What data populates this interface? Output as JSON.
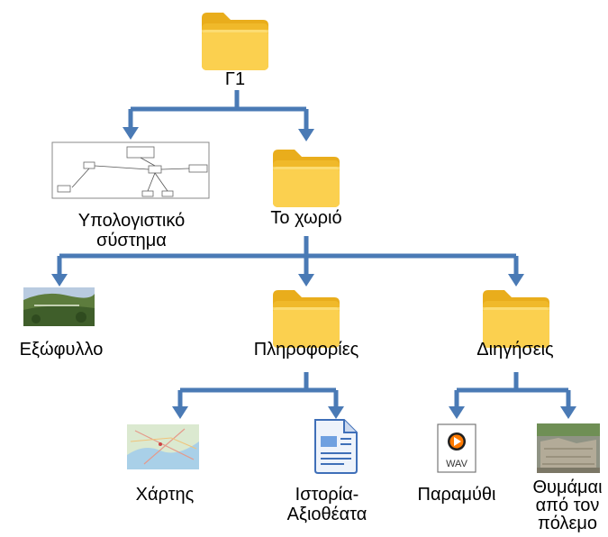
{
  "colors": {
    "connector": "#4a7ab5",
    "folder_back": "#f0b92a",
    "folder_front": "#fbd04f",
    "folder_tab": "#e9ad1c"
  },
  "nodes": {
    "g1": {
      "label": "Γ1",
      "icon": "folder-icon"
    },
    "system": {
      "label": "Υπολογιστικό\nσύστημα",
      "icon": "diagram-thumbnail-icon"
    },
    "village": {
      "label": "Το χωριό",
      "icon": "folder-icon"
    },
    "cover": {
      "label": "Εξώφυλλο",
      "icon": "landscape-photo-icon"
    },
    "info": {
      "label": "Πληροφορίες",
      "icon": "folder-icon"
    },
    "stories": {
      "label": "Διηγήσεις",
      "icon": "folder-icon"
    },
    "map": {
      "label": "Χάρτης",
      "icon": "map-thumbnail-icon"
    },
    "history": {
      "label": "Ιστορία-\nΑξιοθέατα",
      "icon": "document-icon"
    },
    "tale": {
      "label": "Παραμύθι",
      "icon": "wav-audio-icon"
    },
    "war": {
      "label": "Θυμάμαι\nαπό τον\nπόλεμο",
      "icon": "stone-photo-icon"
    }
  },
  "wav_text": "WAV"
}
